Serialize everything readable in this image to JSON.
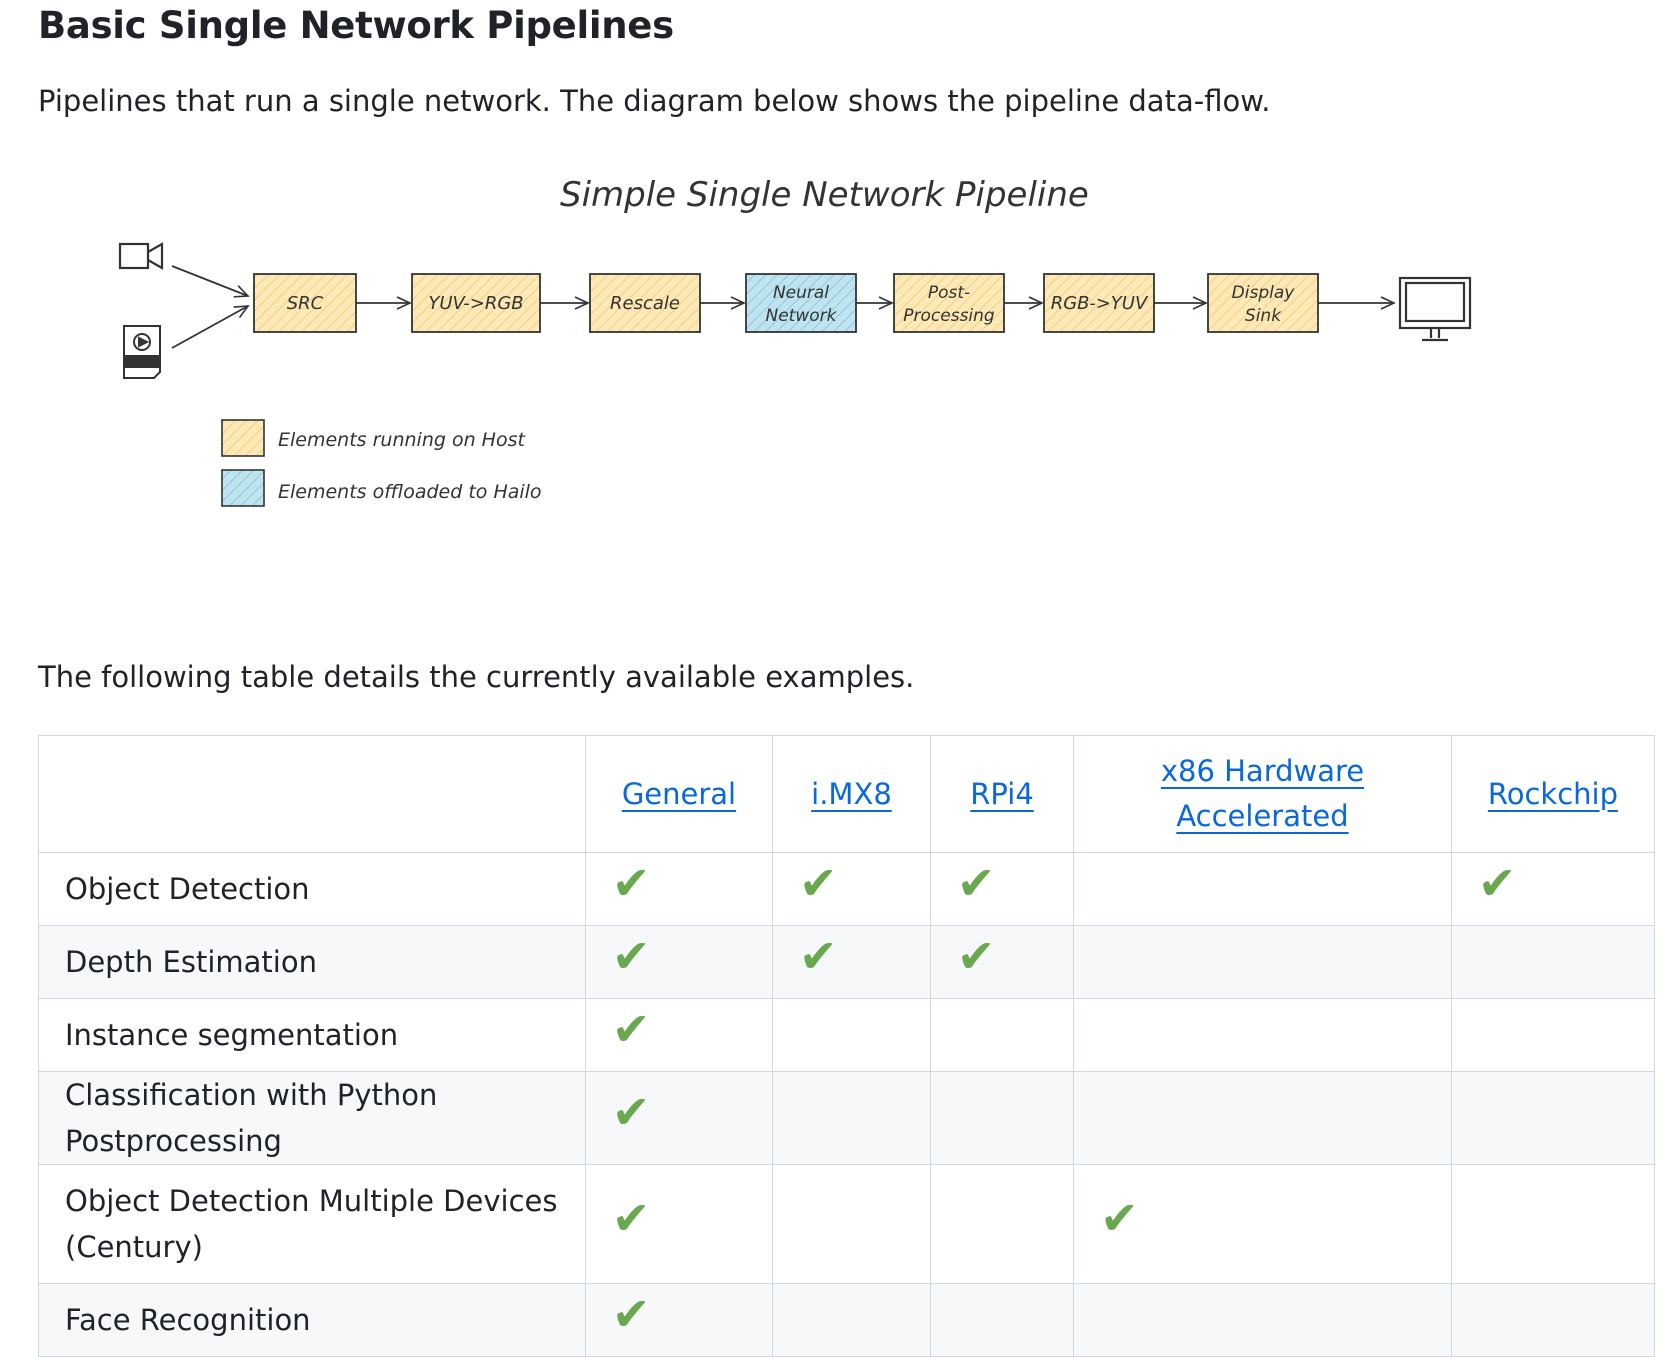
{
  "heading": "Basic Single Network Pipelines",
  "intro": "Pipelines that run a single network. The diagram below shows the pipeline data-flow.",
  "diagram": {
    "title": "Simple Single Network Pipeline",
    "stages": [
      "SRC",
      "YUV->RGB",
      "Rescale",
      "Neural Network",
      "Post-Processing",
      "RGB->YUV",
      "Display Sink"
    ],
    "stage_lines": [
      [
        "SRC"
      ],
      [
        "YUV->RGB"
      ],
      [
        "Rescale"
      ],
      [
        "Neural",
        "Network"
      ],
      [
        "Post-",
        "Processing"
      ],
      [
        "RGB->YUV"
      ],
      [
        "Display",
        "Sink"
      ]
    ],
    "offloaded_stage": "Neural Network",
    "source_icons": [
      "camera-icon",
      "mpeg-file-icon"
    ],
    "output_icon": "monitor-icon",
    "legend": [
      {
        "label": "Elements running on Host",
        "color": "#fbe3a7"
      },
      {
        "label": "Elements offloaded to Hailo",
        "color": "#a9dbe8"
      }
    ]
  },
  "table_intro": "The following table details the currently available examples.",
  "table": {
    "columns": [
      "",
      "General",
      "i.MX8",
      "RPi4",
      "x86 Hardware Accelerated",
      "Rockchip"
    ],
    "column_lines": [
      [],
      [
        "General"
      ],
      [
        "i.MX8"
      ],
      [
        "RPi4"
      ],
      [
        "x86 Hardware",
        "Accelerated"
      ],
      [
        "Rockchip"
      ]
    ],
    "check_symbol": "✔",
    "check_color": "#6aa84f",
    "rows": [
      {
        "name": "Object Detection",
        "marks": [
          "✔",
          "✔",
          "✔",
          "",
          "✔"
        ]
      },
      {
        "name": "Depth Estimation",
        "marks": [
          "✔",
          "✔",
          "✔",
          "",
          ""
        ]
      },
      {
        "name": "Instance segmentation",
        "marks": [
          "✔",
          "",
          "",
          "",
          ""
        ]
      },
      {
        "name": "Classification with Python Postprocessing",
        "marks": [
          "✔",
          "",
          "",
          "",
          ""
        ]
      },
      {
        "name": "Object Detection Multiple Devices (Century)",
        "name_lines": [
          "Object Detection Multiple Devices",
          "(Century)"
        ],
        "marks": [
          "✔",
          "",
          "",
          "✔",
          ""
        ]
      },
      {
        "name": "Face Recognition",
        "marks": [
          "✔",
          "",
          "",
          "",
          ""
        ]
      }
    ]
  }
}
